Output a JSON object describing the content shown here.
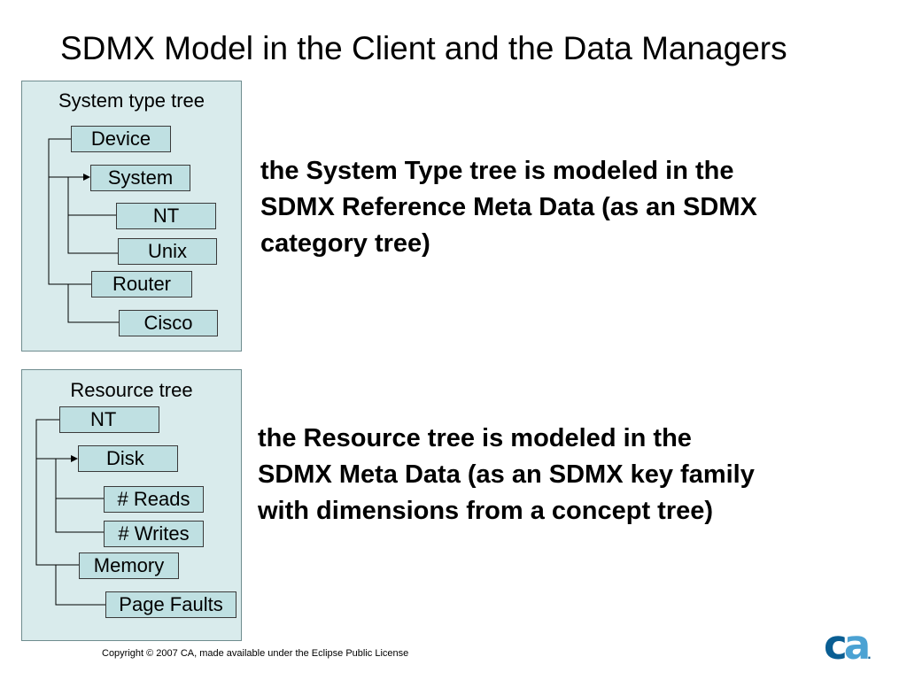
{
  "slide": {
    "title": "SDMX Model in the Client and the Data Managers",
    "footer": "Copyright © 2007 CA, made available under the Eclipse Public License"
  },
  "logo": {
    "c": "c",
    "a": "a",
    "dot": "."
  },
  "system_tree": {
    "label": "System type tree",
    "nodes": {
      "device": "Device",
      "system": "System",
      "nt": "NT",
      "unix": "Unix",
      "router": "Router",
      "cisco": "Cisco"
    },
    "description": [
      "the System Type tree is modeled in the",
      "SDMX Reference Meta Data (as an SDMX",
      "category tree)"
    ]
  },
  "resource_tree": {
    "label": "Resource tree",
    "nodes": {
      "nt": "NT",
      "disk": "Disk",
      "reads": "# Reads",
      "writes": "# Writes",
      "memory": "Memory",
      "page_faults": "Page Faults"
    },
    "description": [
      "the Resource tree is modeled in the",
      "SDMX Meta Data (as an SDMX key family",
      "with dimensions from a concept tree)"
    ]
  },
  "colors": {
    "panel_bg": "#d9ebec",
    "node_bg": "#bfe0e2",
    "logo_c": "#0a5e93",
    "logo_a": "#4ba2d3"
  }
}
